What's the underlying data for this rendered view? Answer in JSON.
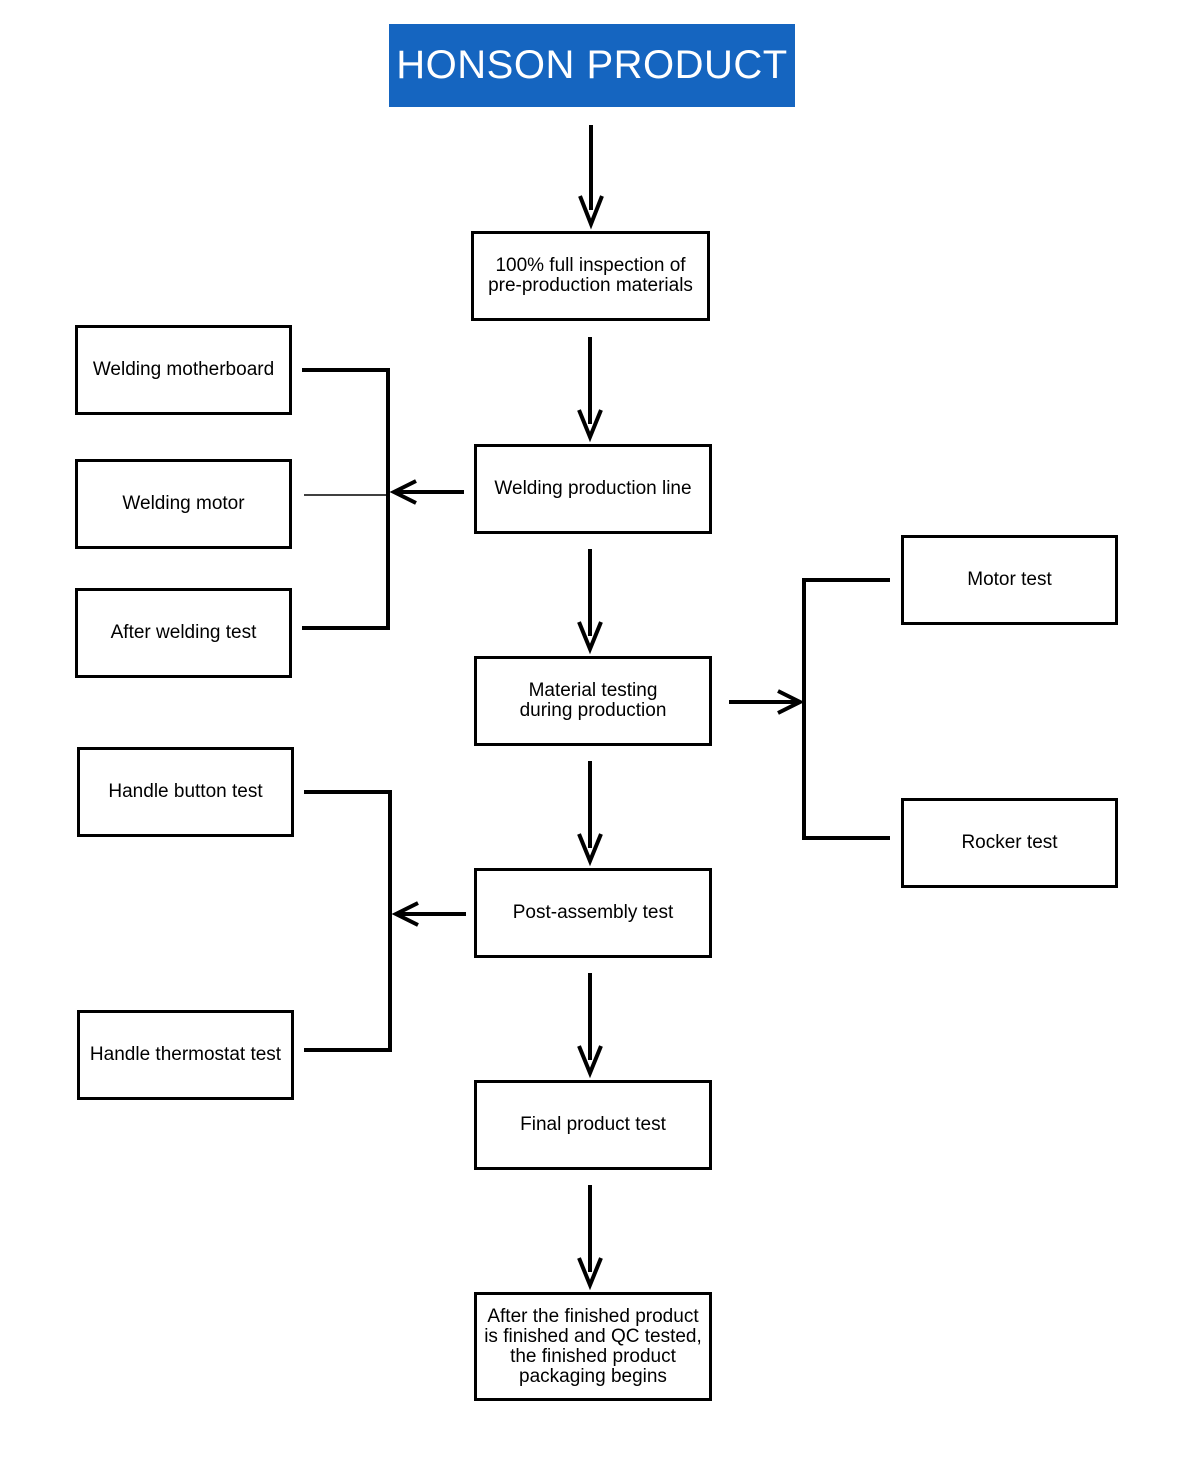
{
  "title": "HONSON PRODUCT",
  "colors": {
    "title_bg": "#1565c0",
    "title_text": "#ffffff",
    "line": "#000000"
  },
  "main_flow": {
    "inspection": "100% full inspection of\npre-production materials",
    "welding_line": "Welding production line",
    "material_testing": "Material testing\nduring production",
    "post_assembly": "Post-assembly test",
    "final_test": "Final product test",
    "packaging": "After the finished product\nis finished and QC tested,\nthe finished product\npackaging begins"
  },
  "welding_group": {
    "motherboard": "Welding motherboard",
    "motor": "Welding motor",
    "after_test": "After welding test"
  },
  "testing_group": {
    "motor_test": "Motor test",
    "rocker_test": "Rocker test"
  },
  "handle_group": {
    "button_test": "Handle button test",
    "thermostat_test": "Handle thermostat test"
  }
}
